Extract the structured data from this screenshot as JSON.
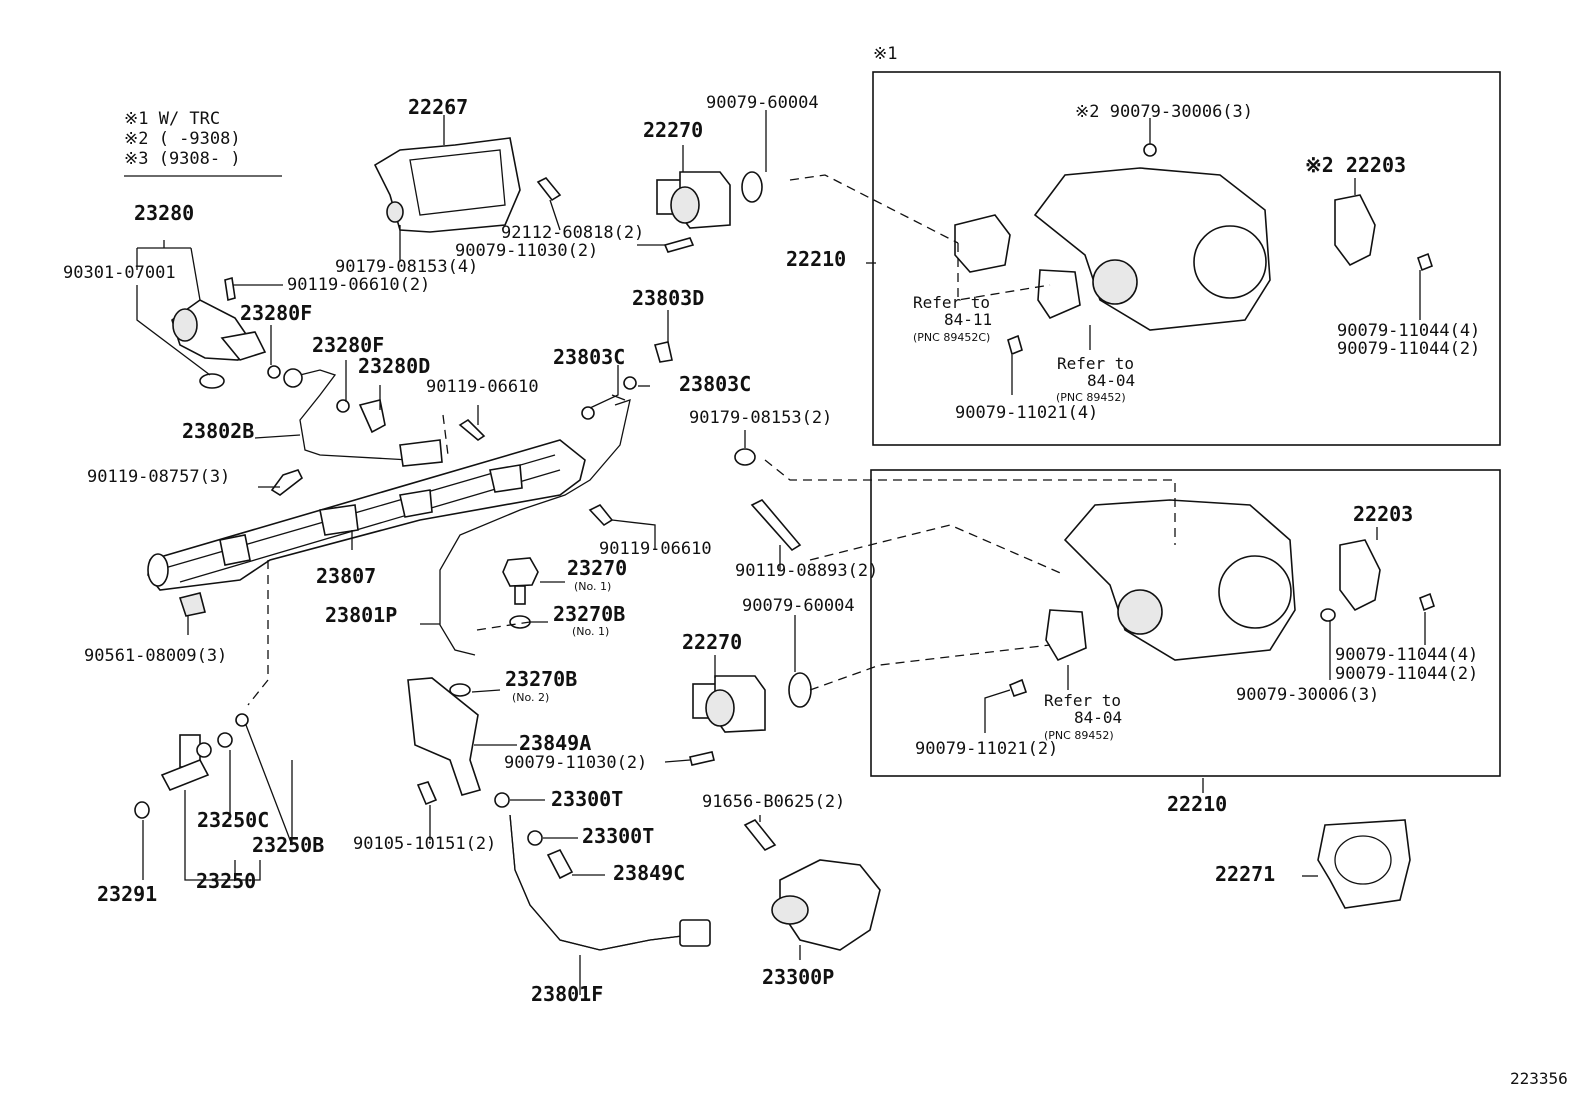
{
  "legend": {
    "line1": "※1 W/ TRC",
    "line2": "※2 (       -9308)",
    "line3": "※3 (9308-       )"
  },
  "box_top_marker": "※1",
  "labels": {
    "l23280": "23280",
    "l90301": "90301-07001",
    "l90119_06610_2": "90119-06610(2)",
    "l23280F_1": "23280F",
    "l23280F_2": "23280F",
    "l23280D": "23280D",
    "l23802B": "23802B",
    "l90119_08757": "90119-08757(3)",
    "l23807": "23807",
    "l90561": "90561-08009(3)",
    "l23291": "23291",
    "l23250C": "23250C",
    "l23250B": "23250B",
    "l23250": "23250",
    "l22267": "22267",
    "l90179_08153_4": "90179-08153(4)",
    "l92112": "92112-60818(2)",
    "l90079_11030_2a": "90079-11030(2)",
    "l22270a": "22270",
    "l90079_60004a": "90079-60004",
    "l22210a": "22210",
    "l23803D": "23803D",
    "l23803C_1": "23803C",
    "l23803C_2": "23803C",
    "l90119_06610": "90119-06610",
    "l90119_06610b": "90119-06610",
    "l23270": "23270",
    "l23270_no1": "(No. 1)",
    "l23270B": "23270B",
    "l23270B_no1": "(No. 1)",
    "l23270B_2": "23270B",
    "l23270B_no2": "(No. 2)",
    "l23801P": "23801P",
    "l23849A": "23849A",
    "l90079_11030_2b": "90079-11030(2)",
    "l23300T_1": "23300T",
    "l23300T_2": "23300T",
    "l90105": "90105-10151(2)",
    "l23849C": "23849C",
    "l23801F": "23801F",
    "l90179_08153_2": "90179-08153(2)",
    "l90119_08893": "90119-08893(2)",
    "l90079_60004b": "90079-60004",
    "l22270b": "22270",
    "l91656": "91656-B0625(2)",
    "l23300P": "23300P",
    "u_90079_30006_3": "※2 90079-30006(3)",
    "u_22203": "※2 22203",
    "u_refer1": "Refer to",
    "u_8411": "84-11",
    "u_pnc1": "(PNC 89452C)",
    "u_refer2": "Refer to",
    "u_8404": "84-04",
    "u_pnc2": "(PNC 89452)",
    "u_90079_11021_4": "90079-11021(4)",
    "u_90079_11044_4": "90079-11044(4)",
    "u_90079_11044_2": "90079-11044(2)",
    "b_22203": "22203",
    "b_90079_11044_4": "90079-11044(4)",
    "b_90079_11044_2": "90079-11044(2)",
    "b_90079_30006_3": "90079-30006(3)",
    "b_refer": "Refer to",
    "b_8404": "84-04",
    "b_pnc": "(PNC 89452)",
    "b_90079_11021_2": "90079-11021(2)",
    "l22210b": "22210",
    "l22271": "22271",
    "ref_no": "223356"
  }
}
